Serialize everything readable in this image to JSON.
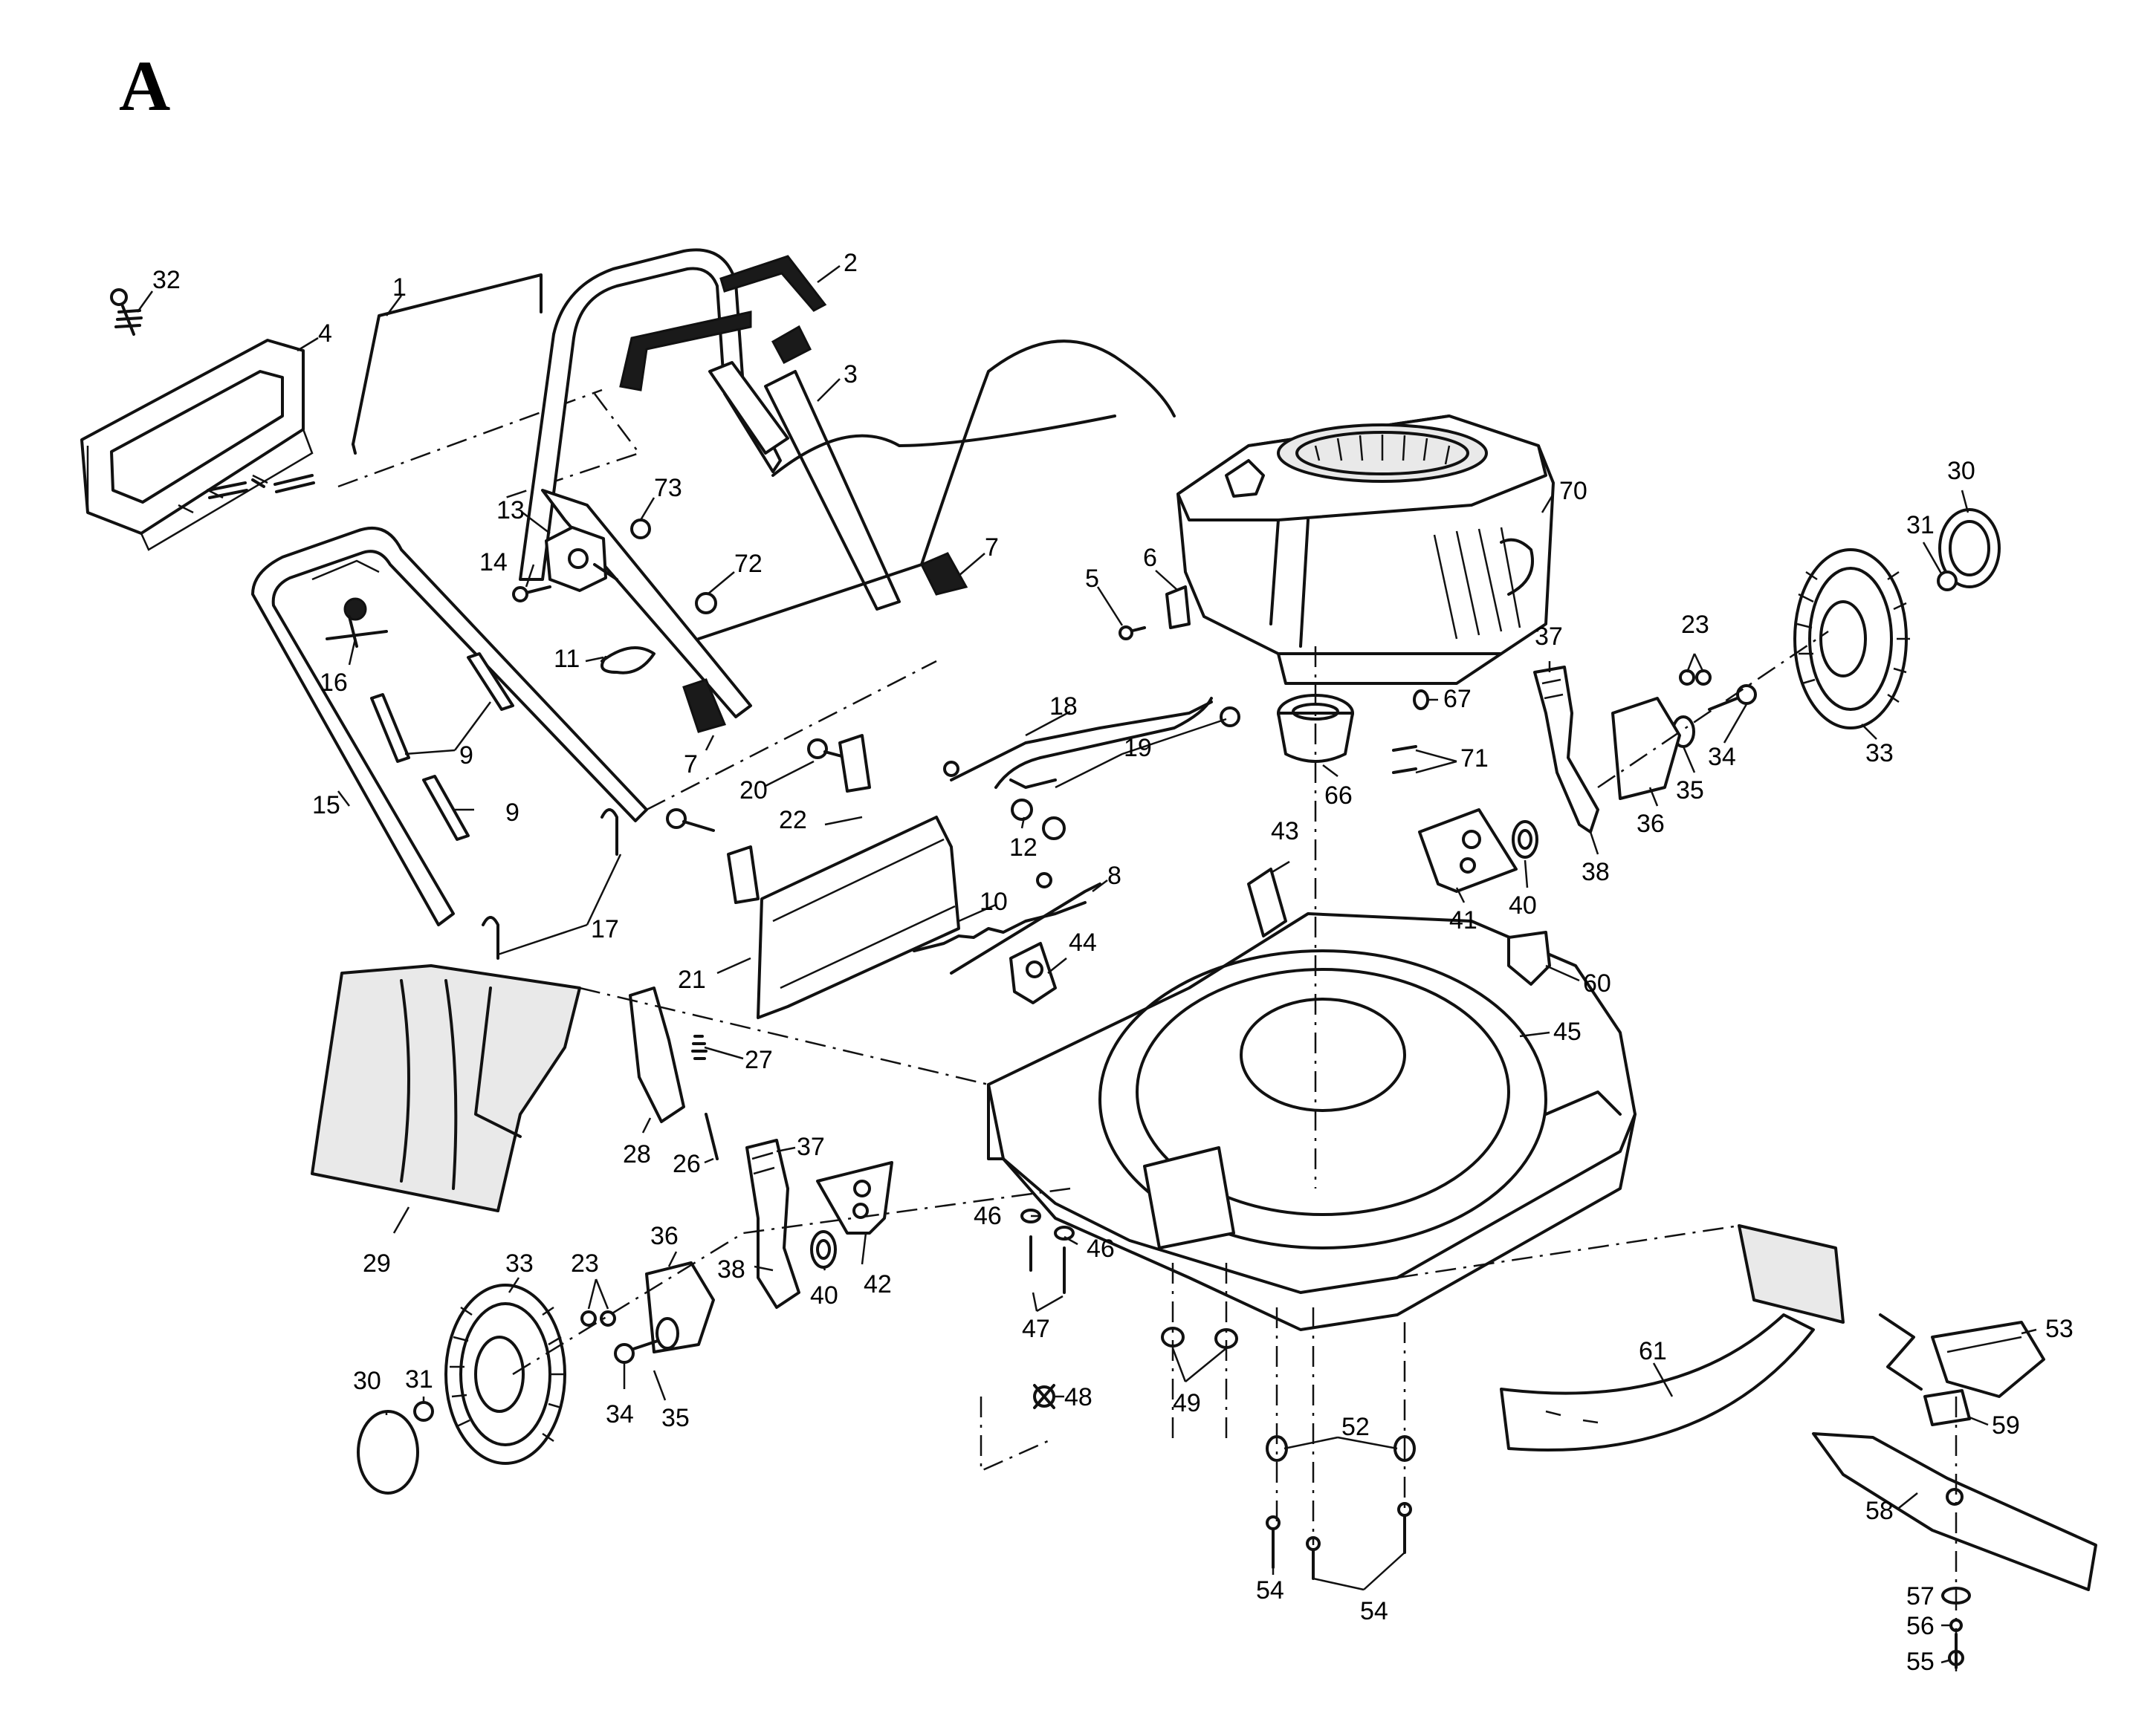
{
  "section_letter": "A",
  "callouts": [
    "32",
    "4",
    "1",
    "2",
    "3",
    "13",
    "73",
    "72",
    "14",
    "11",
    "16",
    "9",
    "7",
    "15",
    "17",
    "20",
    "22",
    "21",
    "18",
    "19",
    "12",
    "10",
    "8",
    "44",
    "5",
    "6",
    "70",
    "67",
    "71",
    "66",
    "43",
    "41",
    "40",
    "60",
    "45",
    "37",
    "23",
    "34",
    "35",
    "36",
    "38",
    "33",
    "30",
    "31",
    "27",
    "28",
    "26",
    "29",
    "42",
    "46",
    "47",
    "48",
    "49",
    "52",
    "54",
    "61",
    "53",
    "59",
    "58",
    "57",
    "56",
    "55"
  ]
}
